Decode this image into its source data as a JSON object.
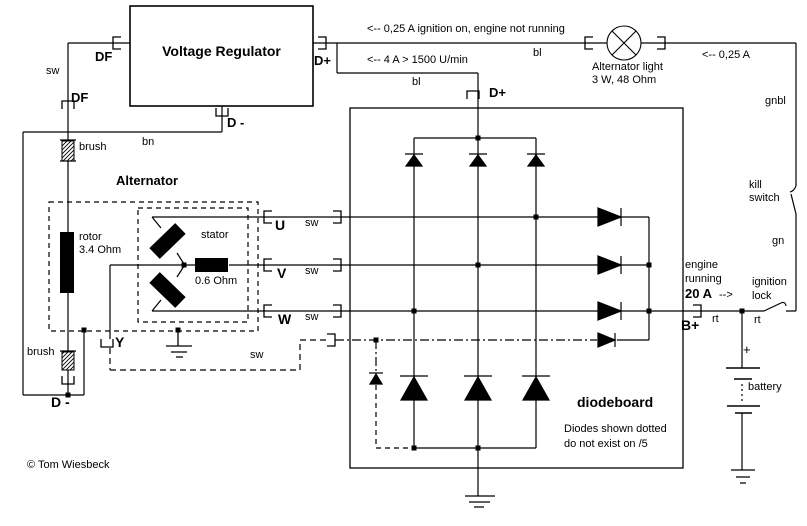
{
  "colors": {
    "wire": "#000000",
    "background": "#ffffff",
    "text": "#000000"
  },
  "regulator": {
    "title": "Voltage Regulator",
    "terminal_df": "DF",
    "terminal_dplus": "D+",
    "terminal_dminus": "D -"
  },
  "alternator": {
    "title": "Alternator",
    "rotor_label": "rotor",
    "rotor_value": "3.4 Ohm",
    "stator_label": "stator",
    "stator_value": "0.6 Ohm",
    "brush_top": "brush",
    "brush_bottom": "brush",
    "star_point": "Y",
    "phase_u": "U",
    "phase_v": "V",
    "phase_w": "W",
    "dminus": "D -"
  },
  "diodeboard": {
    "title": "diodeboard",
    "note_line1": "Diodes shown dotted",
    "note_line2": "do not exist on /5",
    "terminal_dplus": "D+",
    "terminal_bplus": "B+"
  },
  "lamp": {
    "name_line1": "Alternator light",
    "name_line2": "3 W, 48 Ohm"
  },
  "battery": {
    "label": "battery",
    "plus": "+"
  },
  "switches": {
    "kill_line1": "kill",
    "kill_line2": "switch",
    "ignition_line1": "ignition",
    "ignition_line2": "lock"
  },
  "currents": {
    "standby": "<-- 0,25 A ignition on, engine not running",
    "charging": "<-- 4 A   > 1500 U/min",
    "lamp": "<-- 0,25 A",
    "engine_line1": "engine",
    "engine_line2": "running",
    "engine_amps": "20 A",
    "engine_arrow": "-->"
  },
  "wire_colors": {
    "sw_left": "sw",
    "sw_u": "sw",
    "sw_v": "sw",
    "sw_w": "sw",
    "sw_y": "sw",
    "bl_top": "bl",
    "bl_mid": "bl",
    "bn": "bn",
    "gnbl": "gnbl",
    "gn": "gn",
    "rt_1": "rt",
    "rt_2": "rt"
  },
  "footer": {
    "copyright": "© Tom Wiesbeck"
  }
}
